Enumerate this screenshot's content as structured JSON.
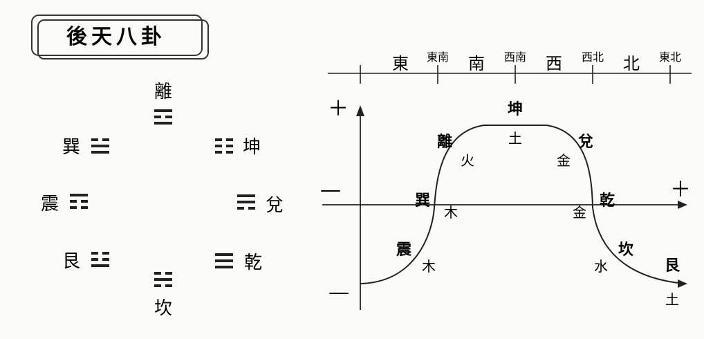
{
  "title": "後天八卦",
  "arrangement": {
    "trigrams": [
      {
        "name": "離",
        "lines": [
          1,
          0,
          1
        ]
      },
      {
        "name": "坤",
        "lines": [
          0,
          0,
          0
        ]
      },
      {
        "name": "兌",
        "lines": [
          0,
          1,
          1
        ]
      },
      {
        "name": "乾",
        "lines": [
          1,
          1,
          1
        ]
      },
      {
        "name": "坎",
        "lines": [
          0,
          1,
          0
        ]
      },
      {
        "name": "艮",
        "lines": [
          1,
          0,
          0
        ]
      },
      {
        "name": "震",
        "lines": [
          0,
          0,
          1
        ]
      },
      {
        "name": "巽",
        "lines": [
          1,
          1,
          0
        ]
      }
    ]
  },
  "direction_axis": {
    "labels": [
      "東",
      "東南",
      "南",
      "西南",
      "西",
      "西北",
      "北",
      "東北"
    ]
  },
  "axis_marks": {
    "top_plus": "＋",
    "left_minus": "—",
    "right_plus": "＋",
    "bottom_minus": "—"
  },
  "curve_labels": {
    "trigrams": [
      "震",
      "巽",
      "離",
      "坤",
      "兌",
      "乾",
      "坎",
      "艮"
    ],
    "elements": [
      "木",
      "木",
      "火",
      "土",
      "金",
      "金",
      "水",
      "土"
    ]
  }
}
